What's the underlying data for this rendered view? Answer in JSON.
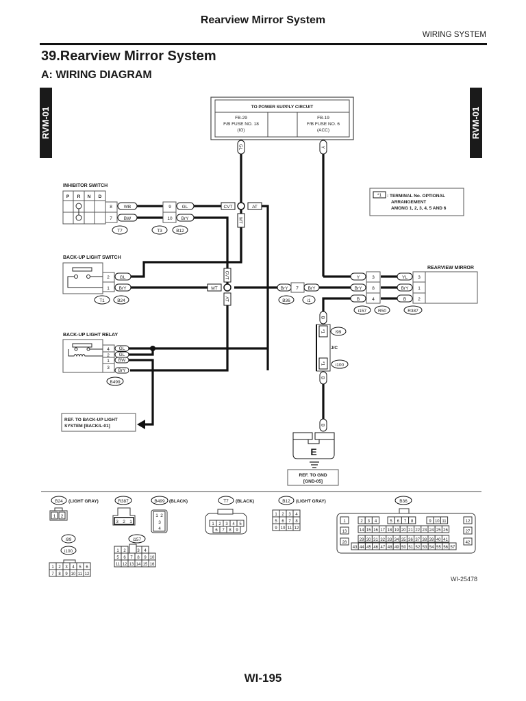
{
  "header": {
    "title": "Rearview Mirror System",
    "section": "WIRING SYSTEM"
  },
  "section_title": "39.Rearview Mirror System",
  "subsection_title": "A:  WIRING DIAGRAM",
  "side_tab": "RVM-01",
  "power_supply": {
    "title": "TO POWER SUPPLY CIRCUIT",
    "left": {
      "fuse": "FB-29",
      "name": "F/B FUSE NO. 18",
      "mode": "(IG)"
    },
    "right": {
      "fuse": "FB-19",
      "name": "F/B FUSE NO. 6",
      "mode": "(ACC)"
    },
    "wire_left": "GL",
    "wire_right": "Y"
  },
  "note": {
    "symbol": "*1",
    "line1": ": TERMINAL No. OPTIONAL",
    "line2": "ARRANGEMENT",
    "line3": "AMONG 1, 2, 3, 4, 5 AND 6"
  },
  "inhibitor_switch": {
    "title": "INHIBITOR SWITCH",
    "positions": [
      "P",
      "R",
      "N",
      "D"
    ],
    "pins": [
      {
        "no": "8",
        "wire": "WB"
      },
      {
        "no": "7",
        "wire": "BW"
      }
    ],
    "connector": "T7",
    "mid_pins": [
      {
        "no": "9",
        "wire": "GL"
      },
      {
        "no": "10",
        "wire": "BrY"
      }
    ],
    "mid_connectors": [
      "T3",
      "B12"
    ]
  },
  "junction_labels": {
    "cvt": "CVT",
    "at": "AT",
    "mt": "MT"
  },
  "backup_switch": {
    "title": "BACK-UP LIGHT SWITCH",
    "pins": [
      {
        "no": "2",
        "wire": "GL"
      },
      {
        "no": "1",
        "wire": "BrY"
      }
    ],
    "connectors": [
      "T1",
      "B24"
    ]
  },
  "inline_connector": {
    "wire_in": "BrY",
    "pin": "7",
    "wire_out": "BrY",
    "connectors": [
      "B36",
      "i1"
    ]
  },
  "mirror_side": {
    "left_pins": [
      {
        "wire": "Y",
        "no": "3"
      },
      {
        "wire": "BrY",
        "no": "8"
      },
      {
        "wire": "B",
        "no": "4"
      }
    ],
    "left_connectors": [
      "i157",
      "R50"
    ],
    "right_pins": [
      {
        "wire": "YL",
        "no": "3"
      },
      {
        "wire": "BrY",
        "no": "1"
      },
      {
        "wire": "B",
        "no": "2"
      }
    ],
    "right_connector": "R387",
    "title": "REARVIEW MIRROR"
  },
  "jc": {
    "label": "J/C",
    "wire": "B",
    "pin": "*1",
    "connectors": [
      "i99",
      "i100"
    ]
  },
  "ground": {
    "symbol": "E",
    "ref_line1": "REF. TO GND",
    "ref_line2": "[GND-05]"
  },
  "relay": {
    "title": "BACK-UP LIGHT RELAY",
    "pins": [
      {
        "no": "4",
        "wire": "GL"
      },
      {
        "no": "2",
        "wire": "GL"
      },
      {
        "no": "1",
        "wire": "BW"
      },
      {
        "no": "3",
        "wire": "BrY"
      }
    ],
    "connector": "B499",
    "ref_line1": "REF. TO BACK-UP LIGHT",
    "ref_line2": "SYSTEM [BACK/L-01]"
  },
  "connector_views": {
    "b24": {
      "id": "B24",
      "color": "(LIGHT GRAY)",
      "pins": [
        "1",
        "2"
      ]
    },
    "r387": {
      "id": "R387",
      "pins": [
        "3",
        "2",
        "1"
      ]
    },
    "b499": {
      "id": "B499",
      "color": "(BLACK)",
      "pins": [
        "1",
        "2",
        "3",
        "4"
      ]
    },
    "t7": {
      "id": "T7",
      "color": "(BLACK)",
      "row1": [
        "1",
        "2",
        "3",
        "4",
        "5"
      ],
      "row2": [
        "6",
        "7",
        "8",
        "9"
      ]
    },
    "b12": {
      "id": "B12",
      "color": "(LIGHT GRAY)",
      "rows": [
        [
          "1",
          "2",
          "3",
          "4"
        ],
        [
          "5",
          "6",
          "7",
          "8"
        ],
        [
          "9",
          "10",
          "11",
          "12"
        ]
      ]
    },
    "i99": {
      "id": "i99"
    },
    "i100": {
      "id": "i100",
      "rows": [
        [
          "1",
          "2",
          "3",
          "4",
          "5",
          "6"
        ],
        [
          "7",
          "8",
          "9",
          "10",
          "11",
          "12"
        ]
      ]
    },
    "i157": {
      "id": "i157",
      "rows": [
        [
          "1",
          "2",
          "",
          "3",
          "4"
        ],
        [
          "5",
          "6",
          "7",
          "8",
          "9",
          "10"
        ],
        [
          "11",
          "12",
          "13",
          "14",
          "15",
          "16"
        ]
      ]
    },
    "b36": {
      "id": "B36",
      "row1": [
        "1",
        "2",
        "3",
        "4",
        "5",
        "6",
        "7",
        "8",
        "9",
        "10",
        "11",
        "12"
      ],
      "row2": [
        "13",
        "14",
        "15",
        "16",
        "17",
        "18",
        "19",
        "20",
        "21",
        "22",
        "23",
        "24",
        "25",
        "26",
        "27"
      ],
      "row3": [
        "28",
        "29",
        "30",
        "31",
        "32",
        "33",
        "34",
        "35",
        "36",
        "37",
        "38",
        "39",
        "40",
        "41",
        "42"
      ],
      "row4": [
        "43",
        "44",
        "45",
        "46",
        "47",
        "48",
        "49",
        "50",
        "51",
        "52",
        "53",
        "54",
        "55",
        "56",
        "57"
      ]
    }
  },
  "figure_id": "WI-25478",
  "page_number": "WI-195"
}
